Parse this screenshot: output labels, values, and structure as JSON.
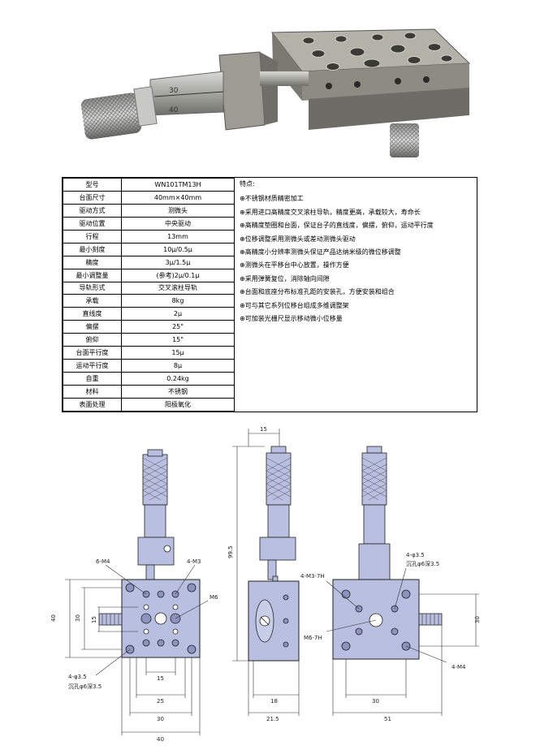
{
  "spec_table": {
    "rows": [
      {
        "key": "型号",
        "value": "WN101TM13H"
      },
      {
        "key": "台面尺寸",
        "value": "40mm×40mm"
      },
      {
        "key": "驱动方式",
        "value": "测微头"
      },
      {
        "key": "驱动位置",
        "value": "中央驱动"
      },
      {
        "key": "行程",
        "value": "13mm"
      },
      {
        "key": "最小刻度",
        "value": "10μ/0.5μ"
      },
      {
        "key": "精度",
        "value": "3μ/1.5μ"
      },
      {
        "key": "最小调整量",
        "value": "(参考)2μ/0.1μ"
      },
      {
        "key": "导轨形式",
        "value": "交叉滚柱导轨"
      },
      {
        "key": "承载",
        "value": "8kg"
      },
      {
        "key": "直线度",
        "value": "2μ"
      },
      {
        "key": "偏摆",
        "value": "25\""
      },
      {
        "key": "俯仰",
        "value": "15\""
      },
      {
        "key": "台面平行度",
        "value": "15μ"
      },
      {
        "key": "运动平行度",
        "value": "8μ"
      },
      {
        "key": "自重",
        "value": "0.24kg"
      },
      {
        "key": "材料",
        "value": "不锈钢"
      },
      {
        "key": "表面处理",
        "value": "阳极氧化"
      }
    ]
  },
  "features": {
    "title": "特点:",
    "items": [
      "⊕不锈钢材质精密加工",
      "⊕采用进口高精度交叉滚柱导轨，精度更高，承载较大，寿命长",
      "⊕高精度垫圈和台面，保证台子的直线度，偏摆，俯仰，运动平行度",
      "⊕位移调整采用测微头或差动测微头驱动",
      "⊕高精度小分辨率测微头保证产品达纳米级的微位移调整",
      "⊕测微头在平移台中心放置，操作方便",
      "⊕采用弹簧复位，消除轴向间隙",
      "⊕台面和底座分布标准孔距的安装孔，方便安装和组合",
      "⊕可与其它系列位移台组成多维调整架",
      "⊕可加装光栅尺显示移动微小位移量"
    ]
  },
  "drawing": {
    "top_view": {
      "label_6m4": "6-M4",
      "label_4m3": "4-M3",
      "label_m6": "M6",
      "label_4phi": "4-φ3.5",
      "label_counterbore": "沉孔φ6深3.5",
      "dim_40h": "40",
      "dim_30h": "30",
      "dim_15h": "15",
      "dim_15w": "15",
      "dim_25w": "25",
      "dim_30w": "30",
      "dim_40w": "40"
    },
    "side_view": {
      "dim_15": "15",
      "dim_99_5": "99.5",
      "dim_18": "18",
      "dim_21_5": "21.5"
    },
    "bottom_view": {
      "label_4phi": "4-φ3.5",
      "label_counterbore": "沉孔φ6深3.5",
      "label_4m3_7h": "4-M3-7H",
      "label_m6_7h": "M6-7H",
      "label_4m4": "4-M4",
      "dim_30h": "30",
      "dim_30w": "30",
      "dim_51": "51"
    }
  },
  "colors": {
    "part_fill": "#b8bfe0",
    "part_stroke": "#222222",
    "dim_line": "#333333"
  }
}
